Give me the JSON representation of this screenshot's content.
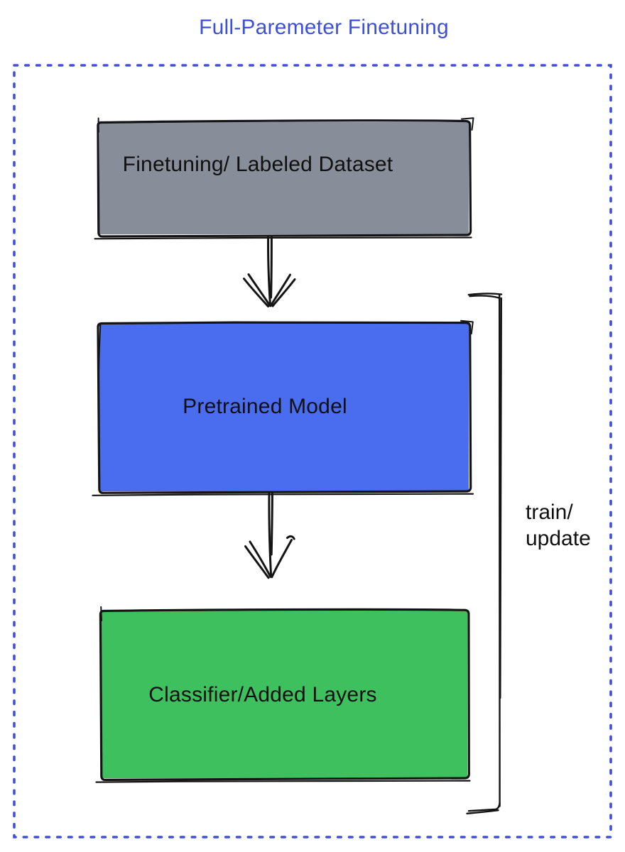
{
  "title": {
    "text": "Full-Paremeter Finetuning",
    "color": "#3F50D8"
  },
  "frame": {
    "color": "#3F50D8",
    "style": "dotted"
  },
  "ink": "#141414",
  "boxes": [
    {
      "name": "finetuning-dataset",
      "label": "Finetuning/ Labeled Dataset",
      "fill": "#878E99"
    },
    {
      "name": "pretrained-model",
      "label": "Pretrained Model",
      "fill": "#4A6DF0"
    },
    {
      "name": "classifier-added-layers",
      "label": "Classifier/Added Layers",
      "fill": "#3EC05F"
    }
  ],
  "arrows": [
    {
      "name": "dataset-to-pretrained",
      "direction": "down"
    },
    {
      "name": "pretrained-to-classifier",
      "direction": "down"
    }
  ],
  "bracket": {
    "line1": "train/",
    "line2": "update"
  }
}
